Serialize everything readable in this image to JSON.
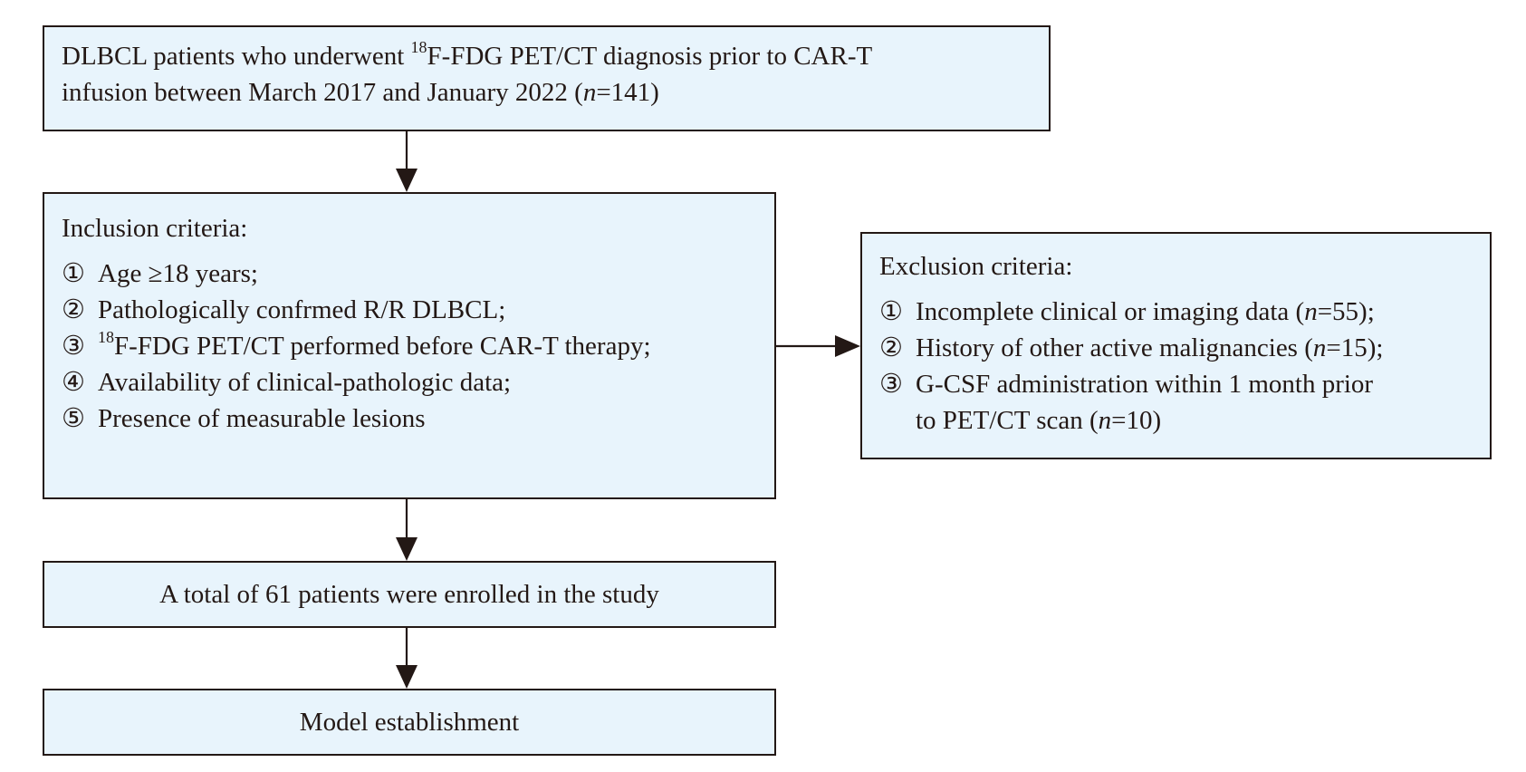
{
  "top_box": {
    "line1_pre": "DLBCL patients who underwent ",
    "line1_sup": "18",
    "line1_post": "F-FDG PET/CT diagnosis prior to CAR-T",
    "line2_pre": "infusion between March 2017 and January 2022 (",
    "line2_n": "n",
    "line2_post": "=141)"
  },
  "inclusion": {
    "title": "Inclusion criteria:",
    "items": [
      {
        "num": "①",
        "text": "Age ≥18 years;"
      },
      {
        "num": "②",
        "text": "Pathologically confrmed R/R DLBCL;"
      },
      {
        "num": "③",
        "sup": "18",
        "text": "F-FDG PET/CT performed before CAR-T therapy;"
      },
      {
        "num": "④",
        "text": "Availability of clinical-pathologic data;"
      },
      {
        "num": "⑤",
        "text": "Presence of measurable lesions"
      }
    ]
  },
  "exclusion": {
    "title": "Exclusion criteria:",
    "items": [
      {
        "num": "①",
        "pre": "Incomplete clinical or imaging data (",
        "n": "n",
        "post": "=55);"
      },
      {
        "num": "②",
        "pre": "History of other active malignancies (",
        "n": "n",
        "post": "=15);"
      },
      {
        "num": "③",
        "pre": "G-CSF administration within 1 month prior",
        "cont_pre": "to PET/CT scan (",
        "n": "n",
        "cont_post": "=10)"
      }
    ]
  },
  "total_box": {
    "text": "A total of 61 patients were enrolled in the study"
  },
  "model_box": {
    "text": "Model establishment"
  },
  "colors": {
    "box_fill": "#e8f4fc",
    "stroke": "#231815"
  }
}
